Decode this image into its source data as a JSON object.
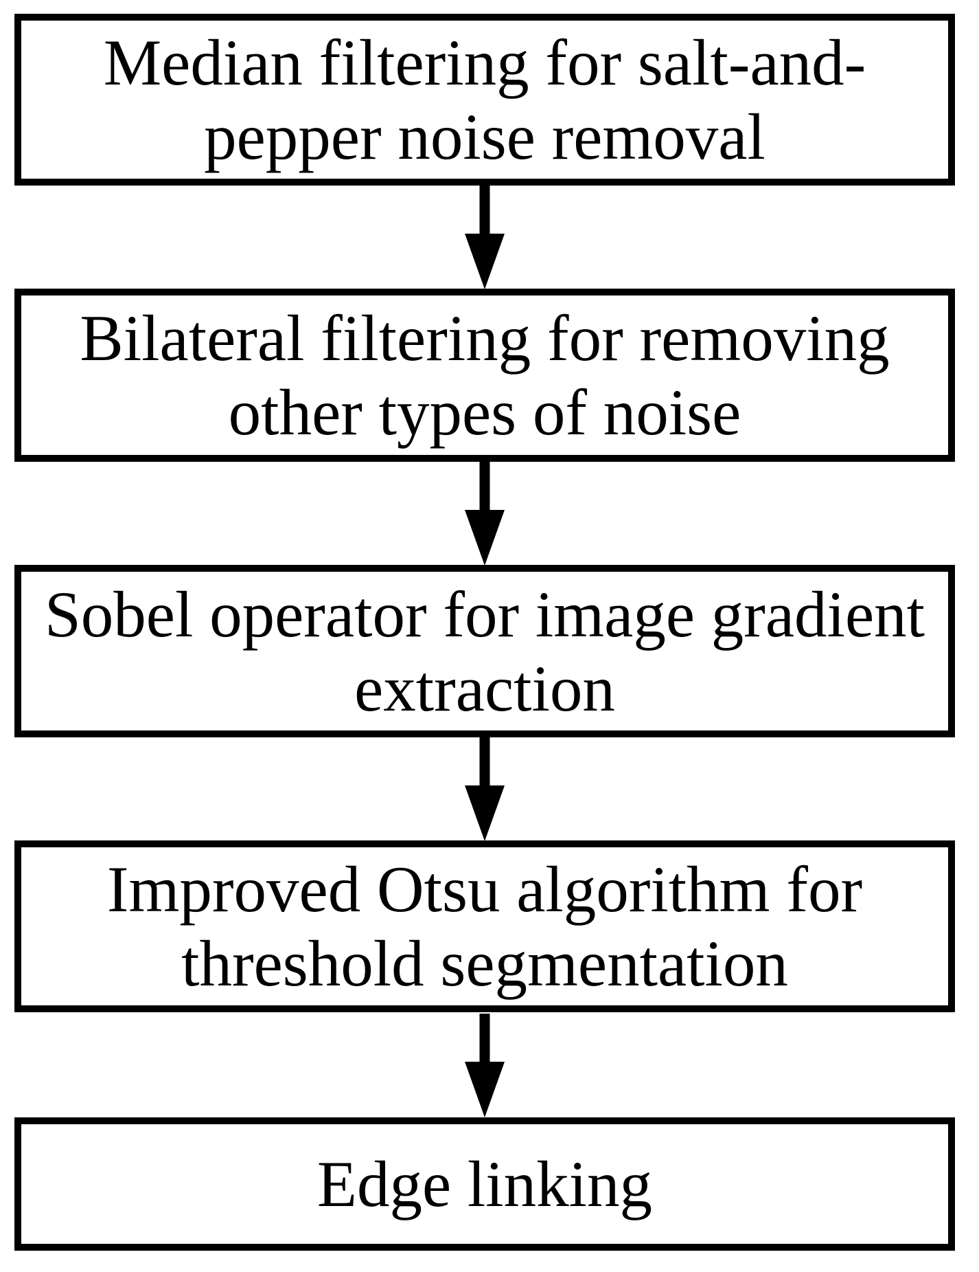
{
  "diagram": {
    "type": "flowchart",
    "direction": "top-to-bottom",
    "background_color": "#ffffff",
    "box_border_color": "#000000",
    "text_color": "#000000",
    "arrow_color": "#000000",
    "nodes": [
      {
        "id": "median-filtering",
        "label": "Median filtering for salt-and-pepper noise removal",
        "lines": [
          "Median filtering for salt-and-",
          "pepper noise removal"
        ]
      },
      {
        "id": "bilateral-filtering",
        "label": "Bilateral filtering for removing other types of noise",
        "lines": [
          "Bilateral filtering for removing",
          "other types of noise"
        ]
      },
      {
        "id": "sobel-operator",
        "label": "Sobel operator for image gradient extraction",
        "lines": [
          "Sobel operator for image gradient",
          "extraction"
        ]
      },
      {
        "id": "improved-otsu",
        "label": "Improved Otsu algorithm for threshold segmentation",
        "lines": [
          "Improved Otsu algorithm for",
          "threshold segmentation"
        ]
      },
      {
        "id": "edge-linking",
        "label": "Edge linking",
        "lines": [
          "Edge linking"
        ]
      }
    ],
    "connections": [
      {
        "from": "median-filtering",
        "to": "bilateral-filtering"
      },
      {
        "from": "bilateral-filtering",
        "to": "sobel-operator"
      },
      {
        "from": "sobel-operator",
        "to": "improved-otsu"
      },
      {
        "from": "improved-otsu",
        "to": "edge-linking"
      }
    ]
  }
}
